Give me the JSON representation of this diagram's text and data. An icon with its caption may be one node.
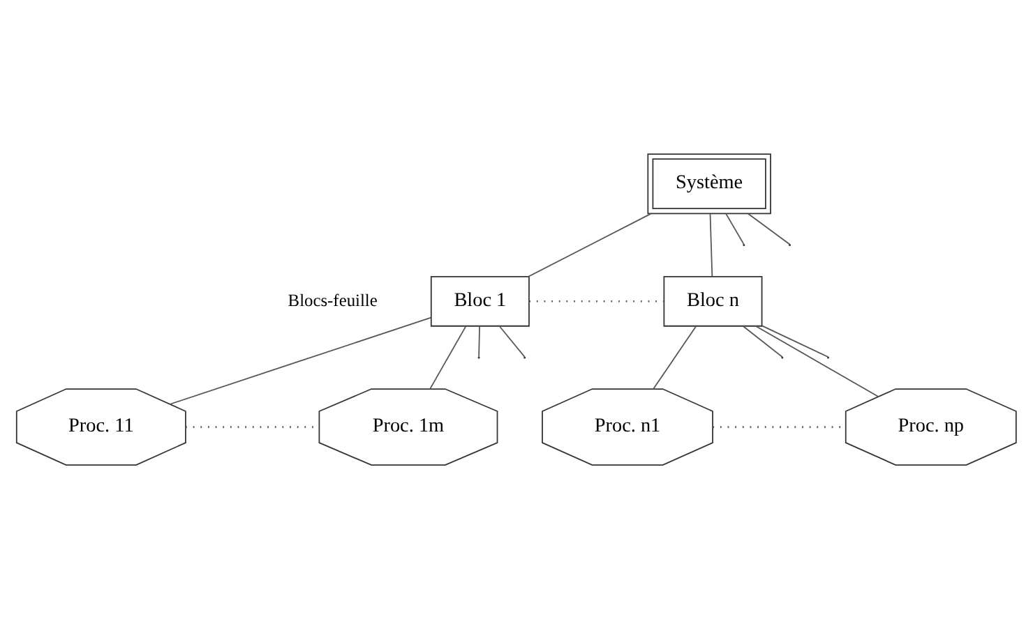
{
  "diagram": {
    "nodes": [
      {
        "text": [
          "Système"
        ]
      },
      {
        "text": [
          "Bloc 1"
        ],
        "beside": [
          "Blocs-feuille"
        ]
      },
      {
        "text": [
          "Bloc n"
        ]
      },
      {
        "text": [
          "Proc. 11"
        ]
      },
      {
        "text": [
          "Proc. 1m"
        ]
      },
      {
        "text": [
          "Proc. n1"
        ]
      },
      {
        "text": [
          "Proc. np"
        ]
      }
    ],
    "edges": [
      {
        "from": 0,
        "to": 1,
        "arrow": "none"
      },
      {
        "from": 0,
        "to": null,
        "arrow": "none"
      },
      {
        "from": 0,
        "to": null,
        "arrow": "none"
      },
      {
        "from": 0,
        "to": 2,
        "arrow": "none"
      },
      {
        "from": 1,
        "to": 2,
        "arrow": "none",
        "style": "dashed"
      },
      {
        "from": 1,
        "to": 3,
        "arrow": "none"
      },
      {
        "from": 1,
        "to": null,
        "arrow": "none"
      },
      {
        "from": 1,
        "to": null,
        "arrow": "none"
      },
      {
        "from": 1,
        "to": 4,
        "arrow": "none"
      },
      {
        "from": 3,
        "to": 4,
        "arrow": "none",
        "style": "dashed"
      },
      {
        "from": 2,
        "to": 5,
        "arrow": "none"
      },
      {
        "from": 2,
        "to": null,
        "arrow": "none"
      },
      {
        "from": 2,
        "to": null,
        "arrow": "none"
      },
      {
        "from": 2,
        "to": 6,
        "arrow": "none"
      },
      {
        "from": 5,
        "to": 6,
        "arrow": "none",
        "style": "dashed"
      }
    ]
  }
}
